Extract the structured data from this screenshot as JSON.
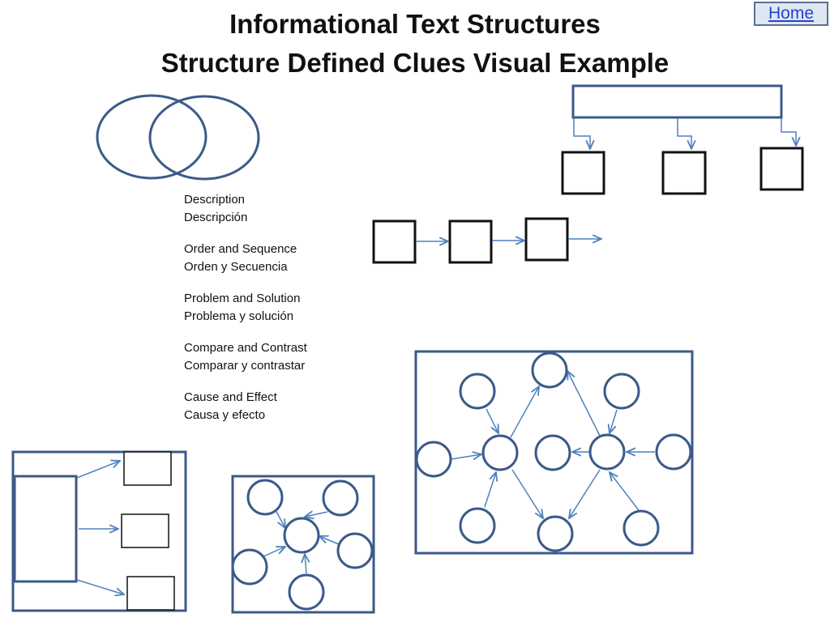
{
  "header": {
    "title_line1": "Informational Text Structures",
    "title_line2": "Structure  Defined  Clues  Visual  Example"
  },
  "nav": {
    "home_label": "Home"
  },
  "structures": [
    {
      "english": "Description",
      "spanish": "Descripción"
    },
    {
      "english": "Order and Sequence",
      "spanish": "Orden y Secuencia"
    },
    {
      "english": "Problem and Solution",
      "spanish": "Problema y solución"
    },
    {
      "english": "Compare and Contrast",
      "spanish": "Comparar y contrastar"
    },
    {
      "english": "Cause and Effect",
      "spanish": "Causa y efecto"
    }
  ],
  "colors": {
    "diagram_blue": "#3b5a8a",
    "arrow_blue": "#4f81bd",
    "box_black": "#111111",
    "home_bg": "#dfe7f3"
  }
}
